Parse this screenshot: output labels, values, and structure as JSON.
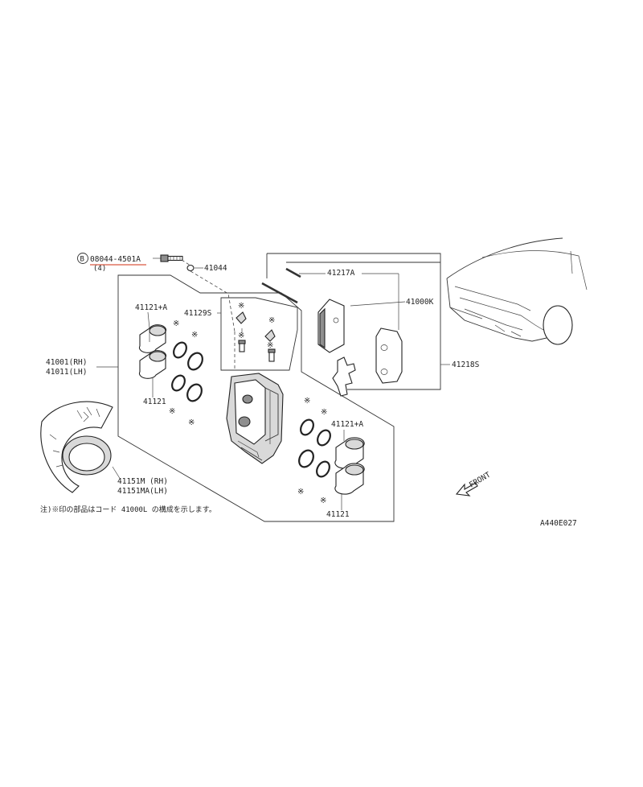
{
  "diagram_code": "A440E027",
  "bolt": {
    "circle_letter": "B",
    "part_no": "08044-4501A",
    "qty": "(4)",
    "highlight_color": "#e07560"
  },
  "labels": {
    "washer": "41044",
    "pin": "41217A",
    "pad_kit": "41000K",
    "pad_kit_bracket": "41218S",
    "bolt_kit": "41129S",
    "piston_upper_left": "41121+A",
    "piston_lower_left": "41121",
    "piston_upper_right": "41121+A",
    "piston_lower_right": "41121",
    "caliper_rh": "41001(RH)",
    "caliper_lh": "41011(LH)",
    "shield_rh": "41151M  (RH)",
    "shield_lh": "41151MA(LH)",
    "front": "FRONT",
    "note": "注)※印の部品はコード 41000L の構成を示します。"
  },
  "asterisk": "※"
}
